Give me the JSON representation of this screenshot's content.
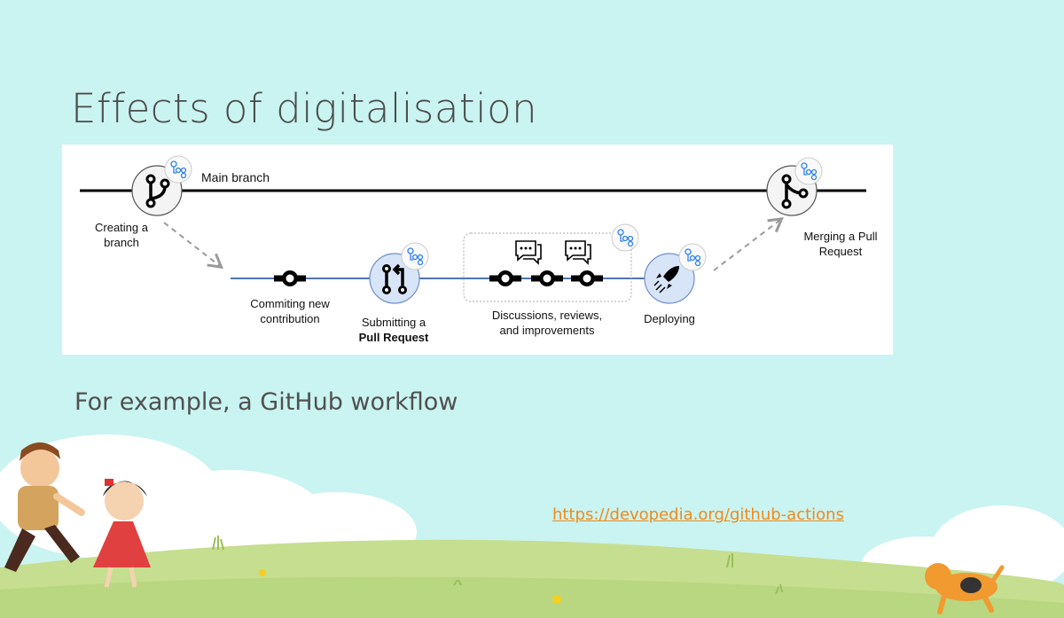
{
  "slide": {
    "title": "Effects of digitalisation",
    "subtitle": "For example, a GitHub workflow",
    "source_link": "https://devopedia.org/github-actions"
  },
  "diagram": {
    "main_branch_label": "Main branch",
    "steps": [
      {
        "line1": "Creating a",
        "line2": "branch",
        "icon": "git-branch-icon"
      },
      {
        "line1": "Commiting new",
        "line2": "contribution",
        "icon": "commit-icon"
      },
      {
        "line1": "Submitting a",
        "line2": "Pull Request",
        "icon": "pull-request-icon"
      },
      {
        "line1": "Discussions, reviews,",
        "line2": "and improvements",
        "icon": "comment-discussion-icon"
      },
      {
        "line1": "Deploying",
        "icon": "rocket-icon"
      },
      {
        "line1": "Merging a Pull",
        "line2": "Request",
        "icon": "git-merge-icon"
      }
    ]
  },
  "colors": {
    "background": "#c9f4f1",
    "link": "#f08a1c",
    "branch_line": "#4f74b8",
    "highlight_node": "#d8e5f8",
    "actions_badge": "#2f80ed"
  }
}
